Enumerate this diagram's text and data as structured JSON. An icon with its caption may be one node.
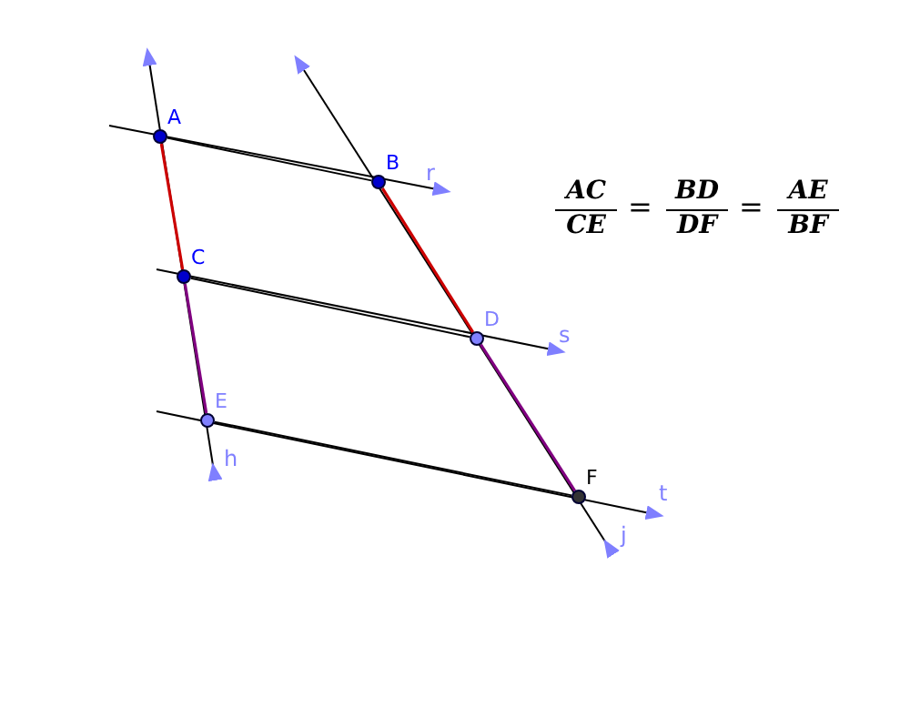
{
  "diagram": {
    "nodes": [
      {
        "text": [],
        "shape": "circle",
        "beside": [
          "A"
        ]
      },
      {
        "text": [],
        "shape": "circle",
        "beside": [
          "B"
        ]
      },
      {
        "text": [],
        "shape": "circle",
        "beside": [
          "C"
        ]
      },
      {
        "text": [],
        "shape": "circle",
        "beside": [
          "D"
        ]
      },
      {
        "text": [],
        "shape": "circle",
        "beside": [
          "E"
        ]
      },
      {
        "text": [],
        "shape": "circle",
        "beside": [
          "F"
        ]
      }
    ],
    "edges": [
      {
        "from": 0,
        "to": 1,
        "arrow": "none"
      },
      {
        "from": 2,
        "to": 3,
        "arrow": "none"
      },
      {
        "from": 4,
        "to": 5,
        "arrow": "none"
      },
      {
        "from": 0,
        "to": 2,
        "arrow": "none",
        "color": "#cc0000"
      },
      {
        "from": 2,
        "to": 4,
        "arrow": "none",
        "color": "#800080"
      },
      {
        "from": 1,
        "to": 3,
        "arrow": "none",
        "color": "#cc0000"
      },
      {
        "from": 3,
        "to": 5,
        "arrow": "none",
        "color": "#800080"
      }
    ],
    "labels": [
      "r",
      "s",
      "t",
      "h",
      "j",
      "AC",
      "CE",
      "=",
      "BD",
      "DF",
      "=",
      "AE",
      "BF"
    ]
  }
}
